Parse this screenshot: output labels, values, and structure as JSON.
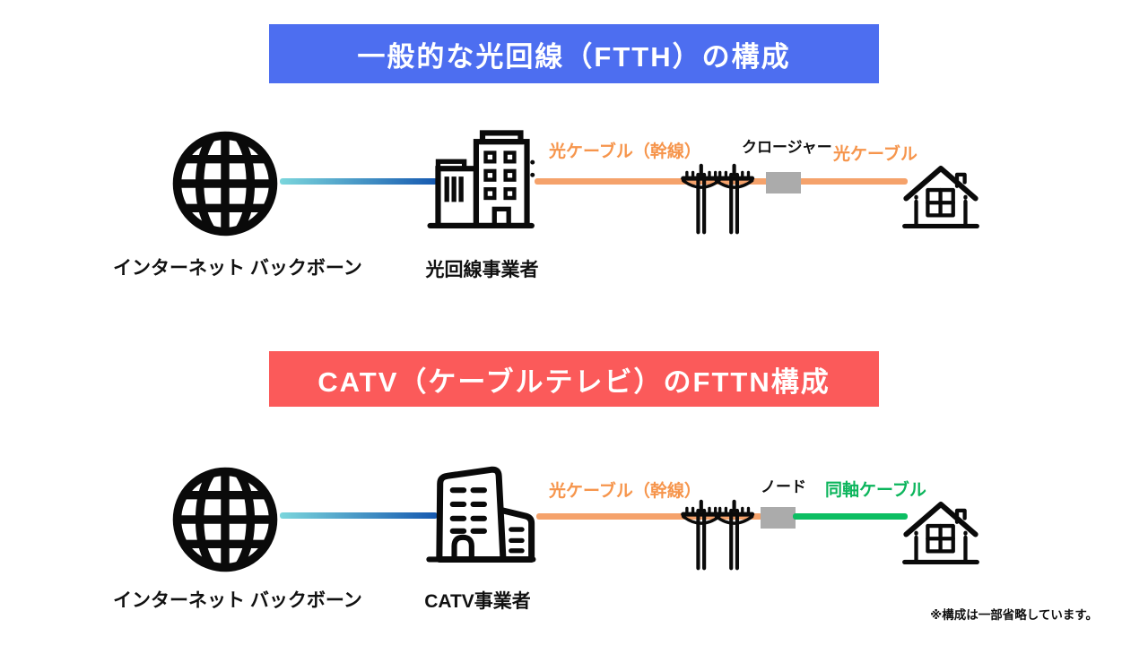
{
  "colors": {
    "banner_blue": "#4D6EF0",
    "banner_red": "#FB5A5A",
    "cable_optical": "#F5A26B",
    "cable_optical_text": "#F6954C",
    "cable_coax": "#0CBE62",
    "cable_coax_text": "#0CB55C",
    "backbone_start": "#7BD6DC",
    "backbone_end": "#1558B0",
    "device_box": "#ABABAB",
    "icon": "#0A0A0A",
    "text": "#111111"
  },
  "footnote": "※構成は一部省略しています。",
  "sections": [
    {
      "banner": "一般的な光回線（FTTH）の構成",
      "backbone_label": "インターネット バックボーン",
      "provider_label": "光回線事業者",
      "trunk_cable_label": "光ケーブル（幹線）",
      "device_label": "クロージャー",
      "drop_cable_label": "光ケーブル",
      "icons": {
        "globe": "globe-grid-icon",
        "provider": "office-buildings-icon",
        "poles": "utility-poles-icon",
        "device": "closure-gray-box",
        "home": "house-icon"
      }
    },
    {
      "banner": "CATV（ケーブルテレビ）のFTTN構成",
      "backbone_label": "インターネット バックボーン",
      "provider_label": "CATV事業者",
      "trunk_cable_label": "光ケーブル（幹線）",
      "device_label": "ノード",
      "drop_cable_label": "同軸ケーブル",
      "icons": {
        "globe": "globe-grid-icon",
        "provider": "catv-buildings-icon",
        "poles": "utility-poles-icon",
        "device": "node-gray-box",
        "home": "house-icon"
      }
    }
  ]
}
